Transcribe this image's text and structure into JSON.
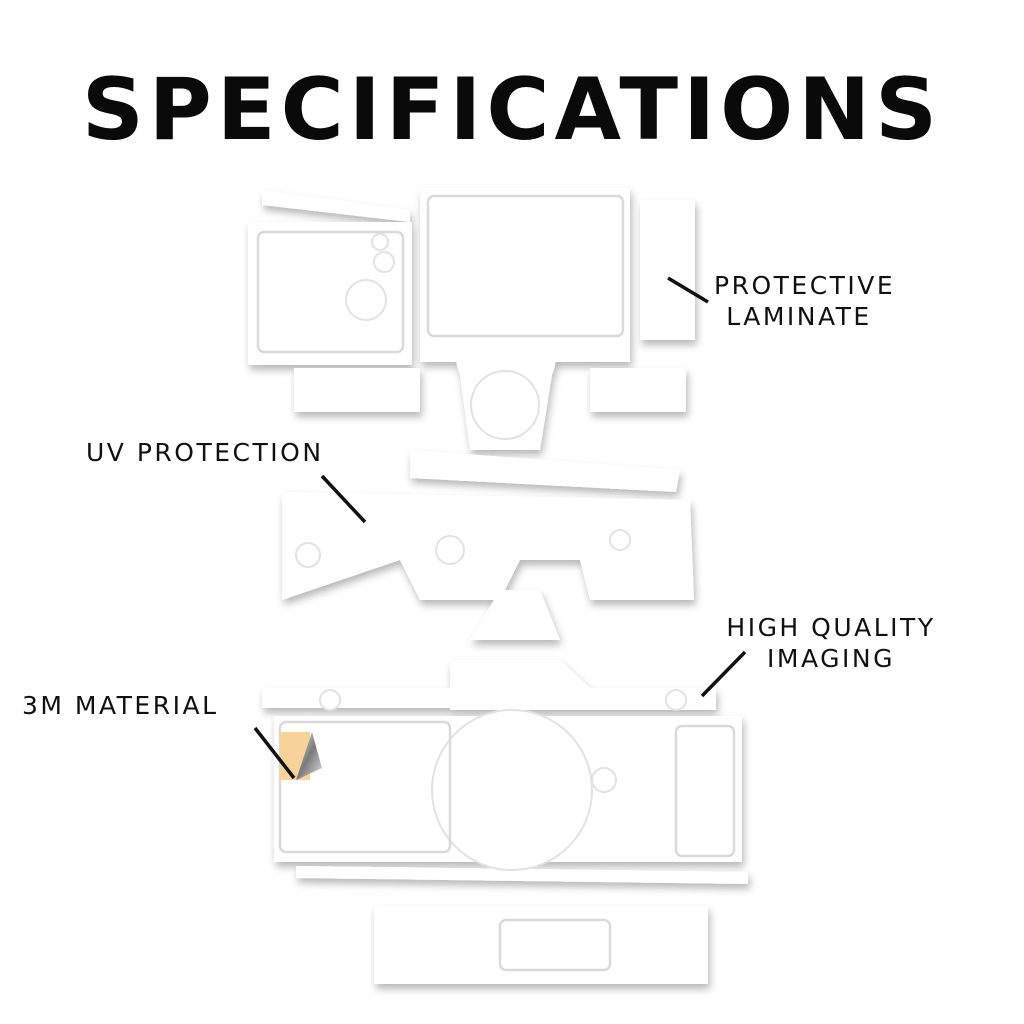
{
  "title": "SPECIFICATIONS",
  "labels": {
    "protective_laminate": [
      "PROTECTIVE",
      "LAMINATE"
    ],
    "uv_protection": "UV PROTECTION",
    "high_quality_imaging": [
      "HIGH QUALITY",
      "IMAGING"
    ],
    "material": "3M MATERIAL"
  },
  "colors": {
    "teal_dark": "#149a8a",
    "teal_mid": "#2fb5a5",
    "teal_light": "#8fd6cf",
    "skin_white": "#ffffff",
    "outline": "#d6d6d6",
    "backing": "#f7d39a"
  }
}
